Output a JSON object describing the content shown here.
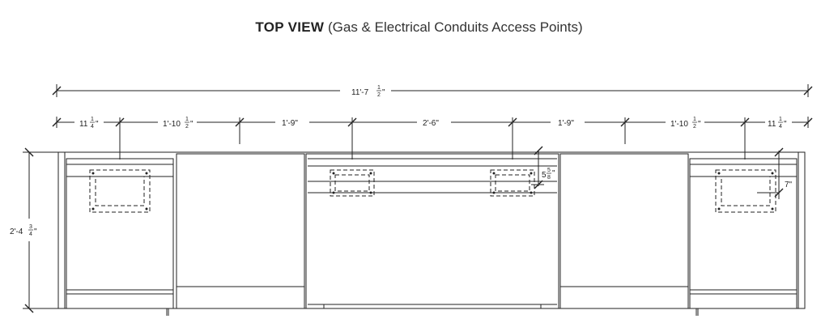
{
  "title": {
    "bold": "TOP VIEW",
    "rest": "(Gas & Electrical Conduits Access Points)"
  },
  "dimensions": {
    "overall": {
      "whole": "11'-7",
      "num": "1",
      "den": "2",
      "unit": "\""
    },
    "segments": [
      {
        "whole": "11",
        "num": "1",
        "den": "4",
        "unit": "\""
      },
      {
        "whole": "1'-10",
        "num": "1",
        "den": "2",
        "unit": "\""
      },
      {
        "whole": "1'-9\"",
        "num": "",
        "den": "",
        "unit": ""
      },
      {
        "whole": "2'-6\"",
        "num": "",
        "den": "",
        "unit": ""
      },
      {
        "whole": "1'-9\"",
        "num": "",
        "den": "",
        "unit": ""
      },
      {
        "whole": "1'-10",
        "num": "1",
        "den": "2",
        "unit": "\""
      },
      {
        "whole": "11",
        "num": "1",
        "den": "4",
        "unit": "\""
      }
    ],
    "depth": {
      "whole": "2'-4",
      "num": "3",
      "den": "4",
      "unit": "\""
    },
    "offset_small": {
      "whole": "5",
      "num": "5",
      "den": "8",
      "unit": "\""
    },
    "offset_right": {
      "whole": "7\"",
      "num": "",
      "den": "",
      "unit": ""
    }
  }
}
